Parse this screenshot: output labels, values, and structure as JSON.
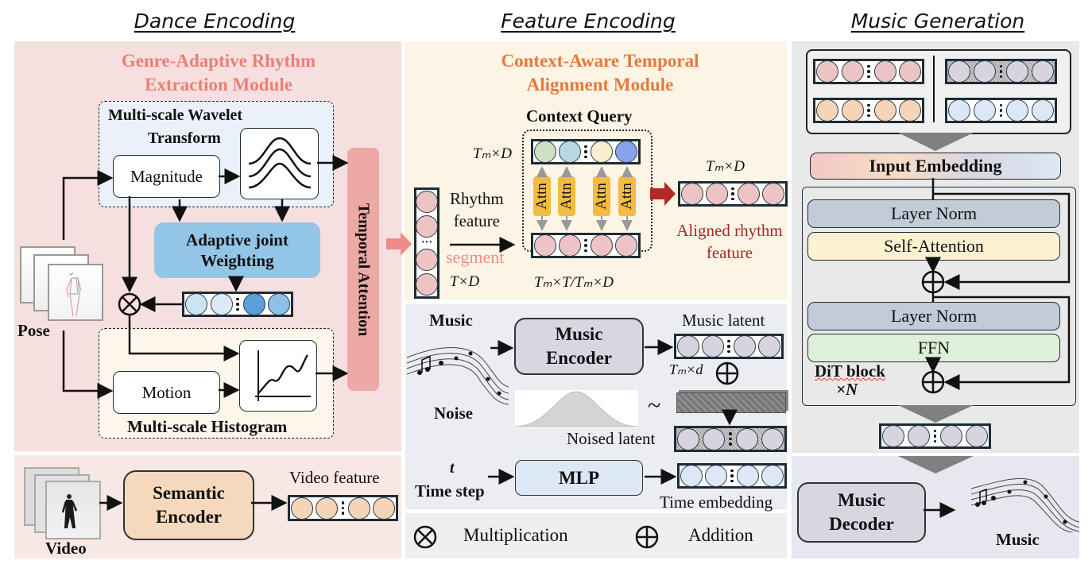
{
  "sections": {
    "dance": "Dance Encoding",
    "feature": "Feature Encoding",
    "music_gen": "Music Generation"
  },
  "dance": {
    "module_title_line1": "Genre-Adaptive Rhythm",
    "module_title_line2": "Extraction Module",
    "wavelet_title_line1": "Multi-scale Wavelet",
    "wavelet_title_line2": "Transform",
    "magnitude": "Magnitude",
    "adaptive_line1": "Adaptive joint",
    "adaptive_line2": "Weighting",
    "pose_label": "Pose",
    "motion": "Motion",
    "histogram_title": "Multi-scale Histogram",
    "temporal_attention": "Temporal Attention",
    "semantic_line1": "Semantic",
    "semantic_line2": "Encoder",
    "video_label": "Video",
    "video_feature": "Video feature"
  },
  "feature": {
    "module_title_line1": "Context-Aware Temporal",
    "module_title_line2": "Alignment Module",
    "context_query": "Context Query",
    "tm_x_d_query": "Tₘ×D",
    "rhythm_line1": "Rhythm",
    "rhythm_line2": "feature",
    "segment": "segment",
    "t_x_d": "T×D",
    "segmented_dims": "Tₘ×T/Tₘ×D",
    "attn_label": "Attn",
    "tm_x_d_aligned": "Tₘ×D",
    "aligned_line1": "Aligned rhythm",
    "aligned_line2": "feature",
    "music_label": "Music",
    "music_encoder_line1": "Music",
    "music_encoder_line2": "Encoder",
    "music_latent": "Music latent",
    "tm_x_d_music": "Tₘ×d",
    "noise_label": "Noise",
    "tilde": "~",
    "noised_latent": "Noised latent",
    "t_symbol": "t",
    "time_step": "Time step",
    "mlp": "MLP",
    "time_embedding": "Time embedding"
  },
  "legend": {
    "multiplication": "Multiplication",
    "addition": "Addition"
  },
  "music_gen": {
    "input_embedding": "Input Embedding",
    "layer_norm_1": "Layer Norm",
    "self_attention": "Self-Attention",
    "layer_norm_2": "Layer Norm",
    "ffn": "FFN",
    "dit_block": "DiT block",
    "times_n": "×N",
    "decoder_line1": "Music",
    "decoder_line2": "Decoder",
    "music_output": "Music"
  },
  "colors": {
    "rhythm_module_title": "#ea7f77",
    "alignment_module_title": "#e57a3c",
    "aligned_feature_text": "#a5282a",
    "segment_text": "#ef8b86"
  }
}
